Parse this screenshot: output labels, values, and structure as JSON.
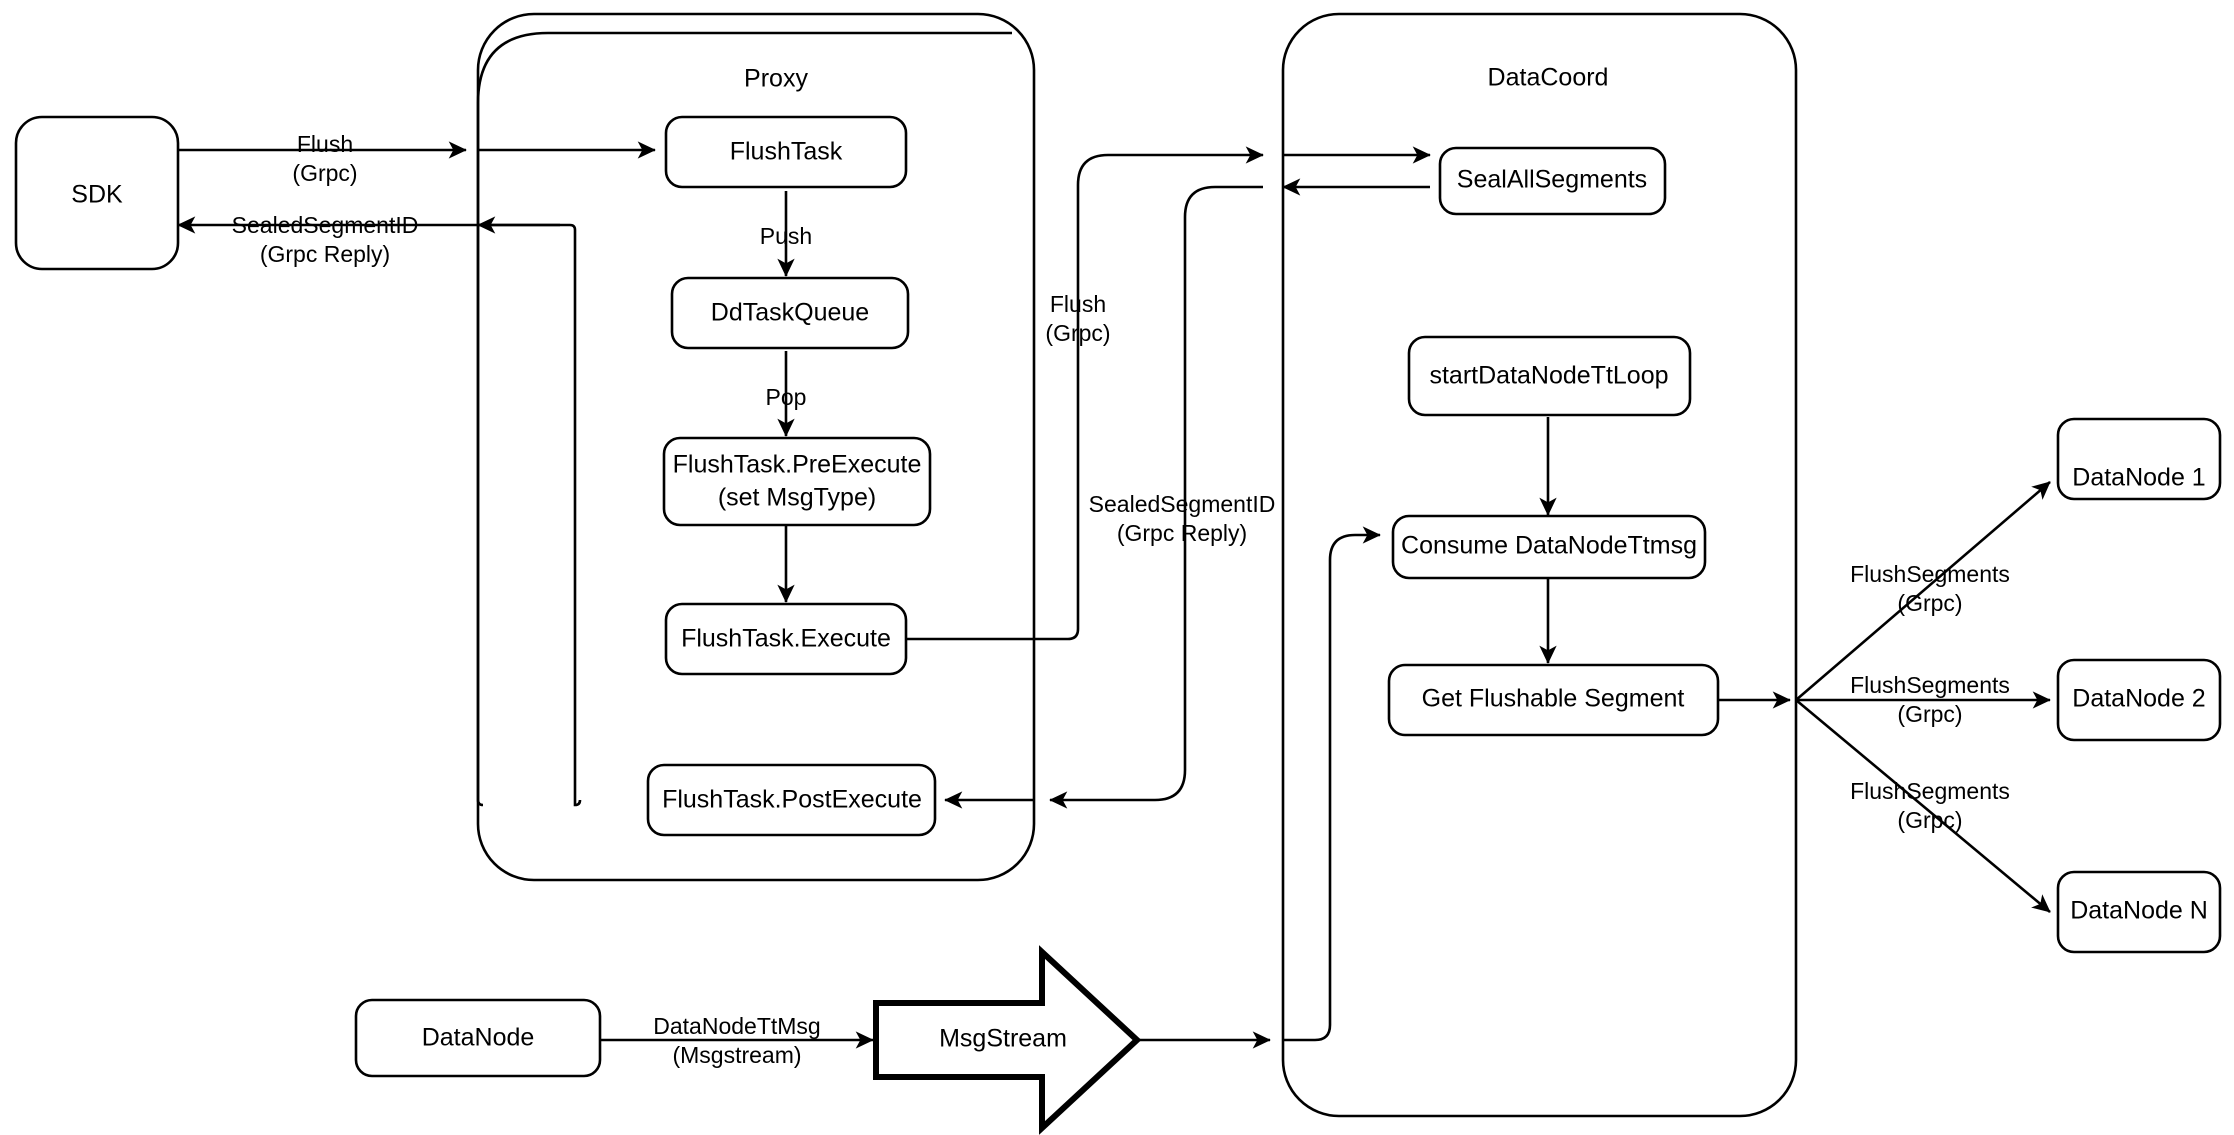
{
  "diagram": {
    "title": "Milvus Flush Flow",
    "background": "#ffffff",
    "stroke": "#000000"
  },
  "containers": [
    {
      "id": "proxy",
      "label": "Proxy"
    },
    {
      "id": "datacoord",
      "label": "DataCoord"
    }
  ],
  "nodes": {
    "sdk": {
      "label": "SDK"
    },
    "flush_task": {
      "label": "FlushTask"
    },
    "dd_task_queue": {
      "label": "DdTaskQueue"
    },
    "pre_execute_line1": {
      "label": "FlushTask.PreExecute"
    },
    "pre_execute_line2": {
      "label": "(set MsgType)"
    },
    "execute": {
      "label": "FlushTask.Execute"
    },
    "post_execute": {
      "label": "FlushTask.PostExecute"
    },
    "seal_all_segments": {
      "label": "SealAllSegments"
    },
    "start_datanode_tt_loop": {
      "label": "startDataNodeTtLoop"
    },
    "consume_datanode_ttmsg": {
      "label": "Consume DataNodeTtmsg"
    },
    "get_flushable_segment": {
      "label": "Get Flushable Segment"
    },
    "datanode_1": {
      "label": "DataNode 1"
    },
    "datanode_2": {
      "label": "DataNode 2"
    },
    "datanode_n": {
      "label": "DataNode N"
    },
    "datanode_bottom": {
      "label": "DataNode"
    },
    "msgstream": {
      "label": "MsgStream"
    }
  },
  "edge_labels": {
    "sdk_to_proxy_l1": "Flush",
    "sdk_to_proxy_l2": "(Grpc)",
    "proxy_to_sdk_l1": "SealedSegmentID",
    "proxy_to_sdk_l2": "(Grpc Reply)",
    "push": "Push",
    "pop": "Pop",
    "proxy_to_coord_l1": "Flush",
    "proxy_to_coord_l2": "(Grpc)",
    "coord_to_proxy_l1": "SealedSegmentID",
    "coord_to_proxy_l2": "(Grpc Reply)",
    "datanode_ttmsg_l1": "DataNodeTtMsg",
    "datanode_ttmsg_l2": "(Msgstream)",
    "flush_segments_1_l1": "FlushSegments",
    "flush_segments_1_l2": "(Grpc)",
    "flush_segments_2_l1": "FlushSegments",
    "flush_segments_2_l2": "(Grpc)",
    "flush_segments_n_l1": "FlushSegments",
    "flush_segments_n_l2": "(Grpc)"
  }
}
